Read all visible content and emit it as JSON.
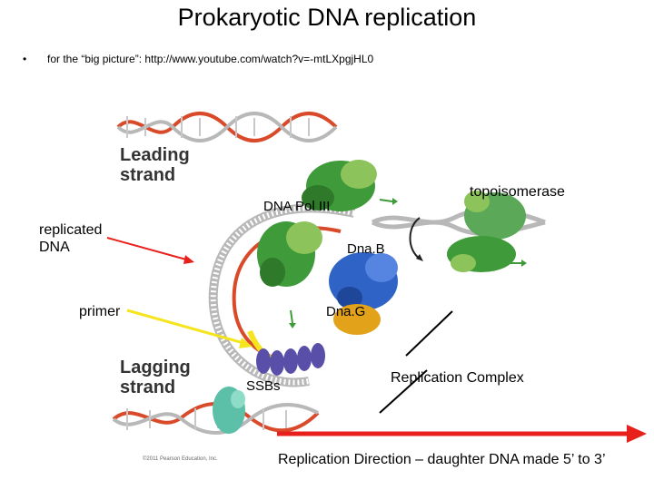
{
  "slide": {
    "title": "Prokaryotic DNA replication",
    "bullet_marker": "•",
    "bullet_text": "for the “big picture”: http://www.youtube.com/watch?v=-mtLXpgjHL0"
  },
  "figure": {
    "leading_strand": [
      "Leading",
      "strand"
    ],
    "lagging_strand": [
      "Lagging",
      "strand"
    ],
    "credit": "©2011 Pearson Education, Inc."
  },
  "labels": {
    "topoisomerase": "topoisomerase",
    "dna_pol_iii": "DNA Pol III",
    "replicated_dna": [
      "replicated",
      "DNA"
    ],
    "dnab": "Dna.B",
    "primer": "primer",
    "dnag": "Dna.G",
    "ssbs": "SSBs",
    "replication_complex": "Replication Complex",
    "replication_direction": "Replication Direction – daughter DNA made 5’ to 3’"
  },
  "colors": {
    "arrow_red": "#e8201c",
    "arrow_yellow": "#f5e51e",
    "strand_red": "#d94a2a",
    "backbone_gray": "#b8b8b8",
    "protein_green": "#3f9a3a",
    "protein_lightgreen": "#8cc35a",
    "helicase_blue": "#2f63c6",
    "primase_orange": "#e2a21a",
    "ssb_purple": "#5a4fa8",
    "clamp_teal": "#5cc0a8"
  }
}
